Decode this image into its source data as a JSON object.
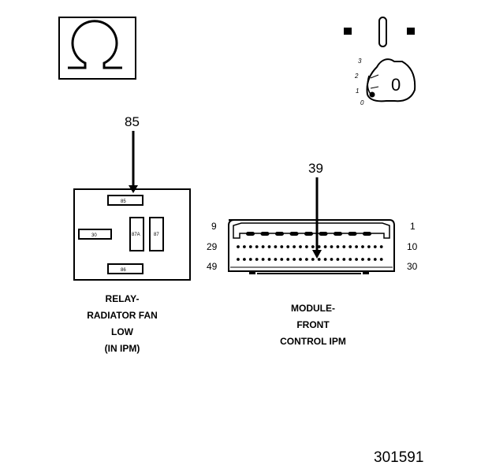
{
  "symbols": {
    "ohm_icon": "ohmmeter-icon",
    "ignition_icon": "ignition-key-icon"
  },
  "ignition": {
    "positions": [
      "3",
      "2",
      "1",
      "0"
    ],
    "key_label": "0"
  },
  "relay": {
    "pointer_label": "85",
    "pins": {
      "top": "85",
      "left": "30",
      "mid_a": "87A",
      "mid_b": "87",
      "bottom": "86"
    },
    "caption": [
      "RELAY-",
      "RADIATOR FAN",
      "LOW",
      "(IN IPM)"
    ]
  },
  "module": {
    "pointer_label": "39",
    "row_labels_left": [
      "9",
      "29",
      "49"
    ],
    "row_labels_right": [
      "1",
      "10",
      "30"
    ],
    "caption": [
      "MODULE-",
      "FRONT",
      "CONTROL IPM"
    ]
  },
  "figure_number": "301591"
}
